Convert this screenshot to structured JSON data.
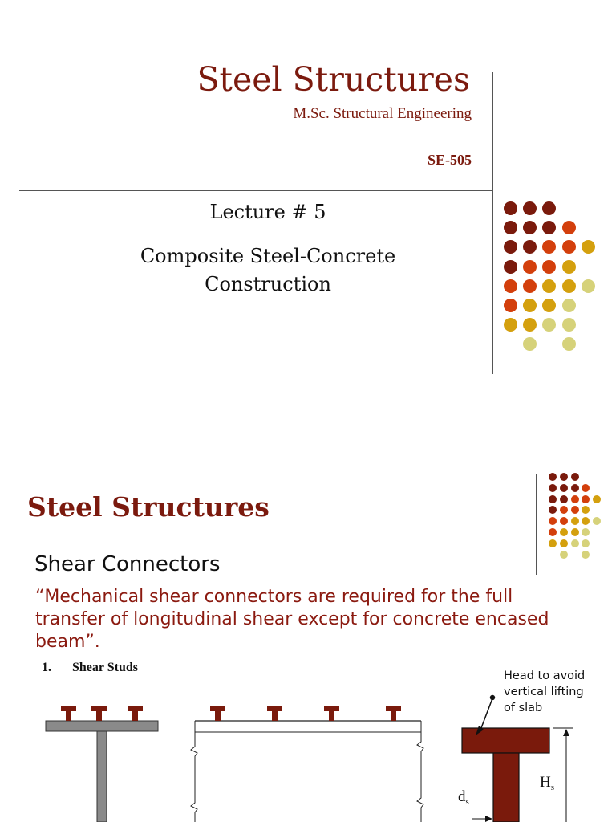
{
  "slide1": {
    "title": "Steel Structures",
    "subtitle": "M.Sc. Structural Engineering",
    "course_code": "SE-505",
    "lecture": "Lecture # 5",
    "topic_line1": "Composite Steel-Concrete",
    "topic_line2": "Construction"
  },
  "slide2": {
    "title": "Steel Structures",
    "heading": "Shear Connectors",
    "quote_line1": "“Mechanical shear connectors are required for the full",
    "quote_line2": "transfer of longitudinal  shear except for concrete encased",
    "quote_line3": "beam”.",
    "item_number": "1.",
    "item_label": "Shear Studs",
    "annotation_line1": "Head to avoid",
    "annotation_line2": "vertical lifting",
    "annotation_line3": "of slab",
    "dim_height_main": "H",
    "dim_height_sub": "s",
    "dim_dia_main": "d",
    "dim_dia_sub": "s"
  },
  "colors": {
    "maroon": "#7b1a0e",
    "dark_red": "#7a1a0c",
    "orange_red": "#d33f0c",
    "gold": "#d4a00e",
    "pale_olive": "#d6d27a",
    "beam_gray": "#8a8a8a",
    "stud_color": "#7a1a0c"
  },
  "decor": {
    "dot_grid_large": [
      [
        "dark_red",
        "dark_red",
        "dark_red"
      ],
      [
        "dark_red",
        "dark_red",
        "dark_red",
        "orange_red"
      ],
      [
        "dark_red",
        "dark_red",
        "orange_red",
        "orange_red",
        "gold"
      ],
      [
        "dark_red",
        "orange_red",
        "orange_red",
        "gold"
      ],
      [
        "orange_red",
        "orange_red",
        "gold",
        "gold",
        "pale_olive"
      ],
      [
        "orange_red",
        "gold",
        "gold",
        "pale_olive"
      ],
      [
        "gold",
        "gold",
        "pale_olive",
        "pale_olive"
      ],
      [
        "",
        "pale_olive",
        "",
        "pale_olive"
      ]
    ]
  }
}
